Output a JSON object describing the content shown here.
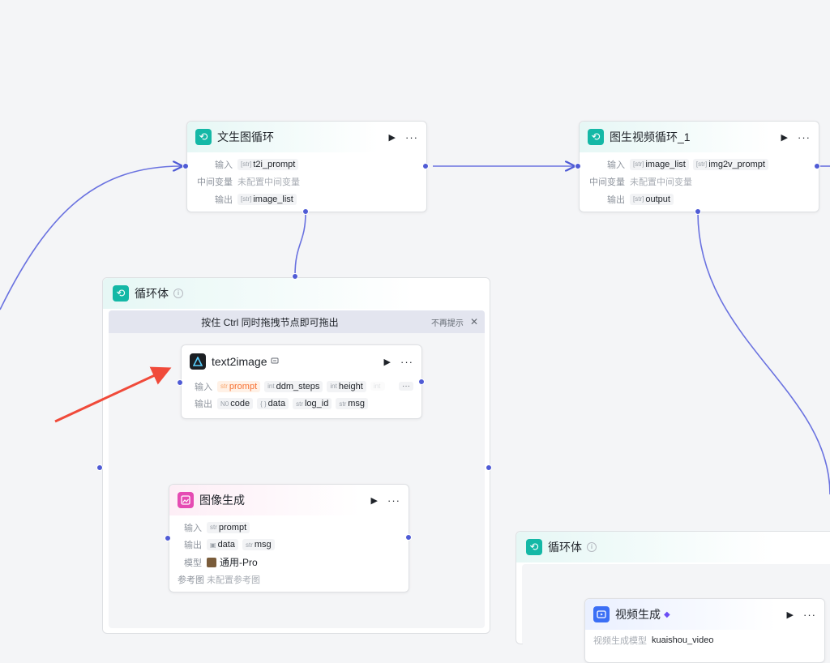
{
  "nodes": {
    "t2i_loop": {
      "title": "文生图循环",
      "input_label": "输入",
      "mid_label": "中间变量",
      "mid_value": "未配置中间变量",
      "output_label": "输出",
      "inputs": [
        {
          "type": "[str]",
          "name": "t2i_prompt"
        }
      ],
      "outputs": [
        {
          "type": "[str]",
          "name": "image_list"
        }
      ]
    },
    "i2v_loop": {
      "title": "图生视频循环_1",
      "input_label": "输入",
      "mid_label": "中间变量",
      "mid_value": "未配置中间变量",
      "output_label": "输出",
      "inputs": [
        {
          "type": "[str]",
          "name": "image_list"
        },
        {
          "type": "[str]",
          "name": "img2v_prompt"
        }
      ],
      "outputs": [
        {
          "type": "[str]",
          "name": "output"
        }
      ]
    },
    "text2image": {
      "title": "text2image",
      "input_label": "输入",
      "output_label": "输出",
      "inputs": [
        {
          "type": "str",
          "name": "prompt"
        },
        {
          "type": "int",
          "name": "ddm_steps"
        },
        {
          "type": "int",
          "name": "height"
        },
        {
          "type": "int",
          "name": ""
        }
      ],
      "more": "···",
      "outputs": [
        {
          "type": "N0",
          "name": "code"
        },
        {
          "type": "{ }",
          "name": "data"
        },
        {
          "type": "str",
          "name": "log_id"
        },
        {
          "type": "str",
          "name": "msg"
        }
      ]
    },
    "image_gen": {
      "title": "图像生成",
      "input_label": "输入",
      "output_label": "输出",
      "model_label": "模型",
      "ref_label": "参考图",
      "inputs": [
        {
          "type": "str",
          "name": "prompt"
        }
      ],
      "outputs": [
        {
          "type": "▣",
          "name": "data"
        },
        {
          "type": "str",
          "name": "msg"
        }
      ],
      "model_value": "通用-Pro",
      "ref_value": "未配置参考图"
    },
    "video_gen": {
      "title": "视频生成",
      "row_label": "视频生成模型",
      "row_value": "kuaishou_video"
    }
  },
  "loop_body_1": {
    "title": "循环体",
    "hint": "按住 Ctrl 同时拖拽节点即可拖出",
    "dismiss": "不再提示",
    "close": "✕"
  },
  "loop_body_2": {
    "title": "循环体"
  },
  "icons": {
    "run": "▶",
    "more": "···",
    "loop": "⟲",
    "info": "i"
  },
  "colors": {
    "edge": "#4f5bd5",
    "arrow": "#f04a3a",
    "loop_icon": "#14b8a6"
  }
}
